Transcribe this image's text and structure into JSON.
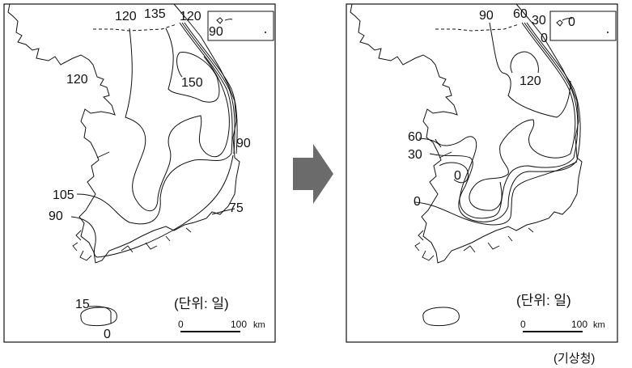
{
  "left_map": {
    "isoline_labels": [
      "120",
      "135",
      "120",
      "90",
      "120",
      "150",
      "90",
      "105",
      "90",
      "75",
      "15",
      "0"
    ],
    "unit": "(단위: 일)",
    "scale": {
      "start": "0",
      "end": "100",
      "unit": "km"
    }
  },
  "right_map": {
    "isoline_labels": [
      "90",
      "60",
      "30",
      "0",
      "0",
      "120",
      "60",
      "30",
      "0",
      "0"
    ],
    "unit": "(단위: 일)",
    "scale": {
      "start": "0",
      "end": "100",
      "unit": "km"
    }
  },
  "arrow_icon": "right-arrow",
  "source": "(기상청)",
  "colors": {
    "line": "#111111",
    "arrow": "#6b6b6b"
  }
}
